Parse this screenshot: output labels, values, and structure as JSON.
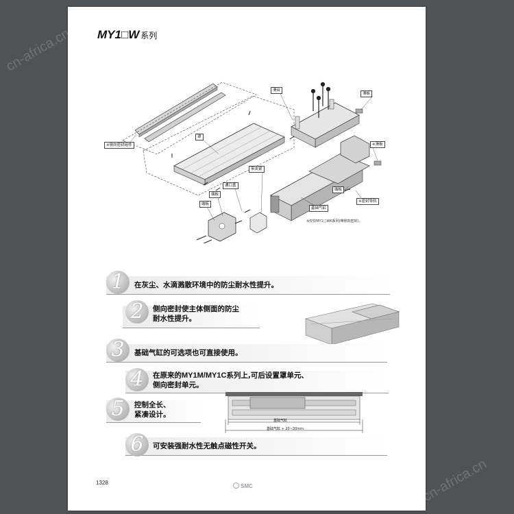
{
  "header": {
    "series": "MY1□W",
    "suffix": "系列"
  },
  "diagram": {
    "labels": {
      "slide_table": "滑台",
      "slide_plate_top": "滑板",
      "side_seal": "※侧向密封组件",
      "cover": "罩",
      "slide_plate_right": "※滑板",
      "belt_clamp": "带夹紧",
      "vent": "通口盖",
      "end_plate": "端板",
      "end_cover": "端板",
      "base_cylinder": "基础气缸",
      "plate_r2": "端板",
      "seal_guide": "※密封导轨"
    },
    "note": "※仅仅MY1□WK系列(带侧向密封)。"
  },
  "features": [
    {
      "number": "1",
      "line1": "在灰尘、水滴溅散环境中的防尘耐水性提升。"
    },
    {
      "number": "2",
      "line1": "侧向密封使主体侧面的防尘",
      "line2": "耐水性提升。"
    },
    {
      "number": "3",
      "line1": "基础气缸的可选项也可直接使用。"
    },
    {
      "number": "4",
      "line1_pre": "在原来的",
      "line1_bold": "MY1M/MY1C",
      "line1_post": "系列上,可后设置罩单元、",
      "line2": "侧向密封单元。"
    },
    {
      "number": "5",
      "line1": "控制全长、",
      "line2": "紧凑设计。"
    },
    {
      "number": "6",
      "line1": "可安装强耐水性无触点磁性开关。"
    }
  ],
  "dimension": {
    "label_top": "基础气缸",
    "label_bottom": "基础气缸 + 20~30mm"
  },
  "footer": {
    "page_number": "1328",
    "brand": "SMC"
  },
  "watermark": {
    "text": "cn-africa.cn"
  }
}
